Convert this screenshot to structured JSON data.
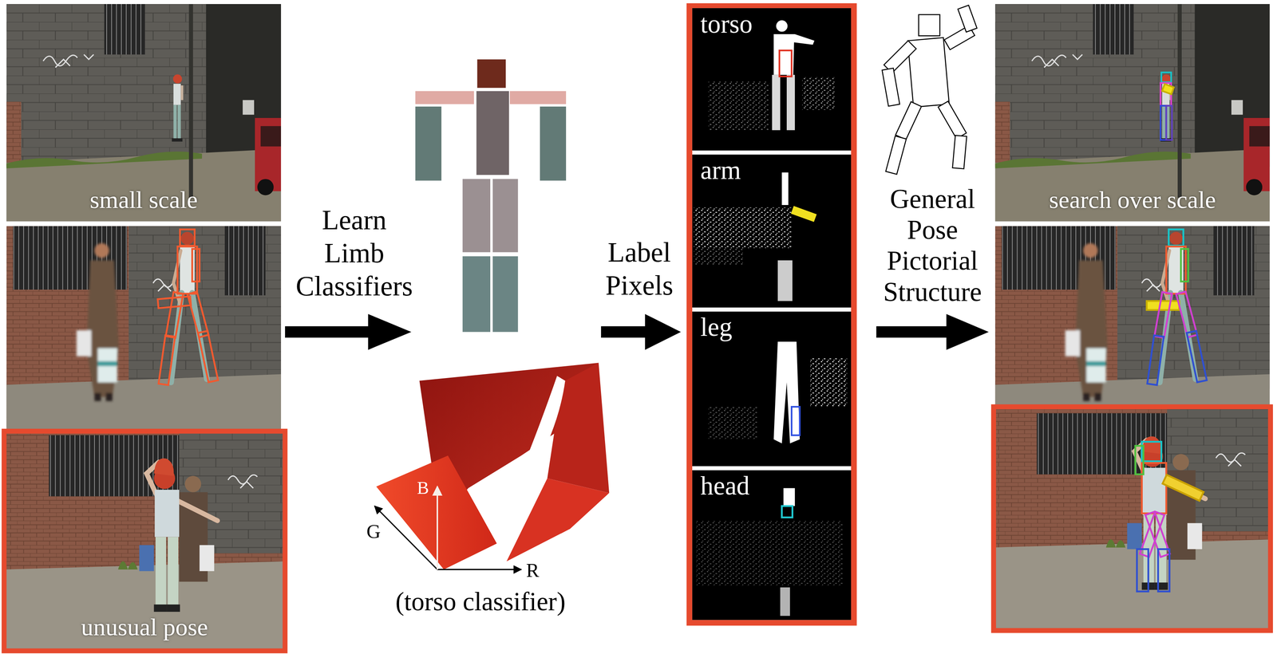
{
  "diagram": {
    "nodes": [
      {
        "text": [
          "small scale"
        ]
      },
      {
        "text": [
          "unusual pose"
        ]
      },
      {
        "text": [
          "torso"
        ]
      },
      {
        "text": [
          "arm"
        ]
      },
      {
        "text": [
          "leg"
        ]
      },
      {
        "text": [
          "head"
        ]
      },
      {
        "text": [
          "search over scale"
        ]
      }
    ],
    "labels": [
      "Learn Limb Classifiers",
      "B",
      "G",
      "R",
      "(torso classifier)",
      "Label Pixels",
      "General Pose Pictorial Structure"
    ]
  }
}
